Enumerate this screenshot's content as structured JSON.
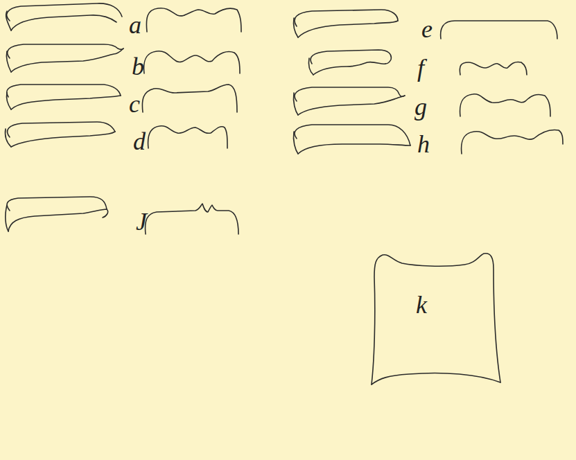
{
  "diagram": {
    "labels": [
      "a",
      "e",
      "b",
      "f",
      "c",
      "g",
      "d",
      "h",
      "J",
      "k"
    ]
  }
}
